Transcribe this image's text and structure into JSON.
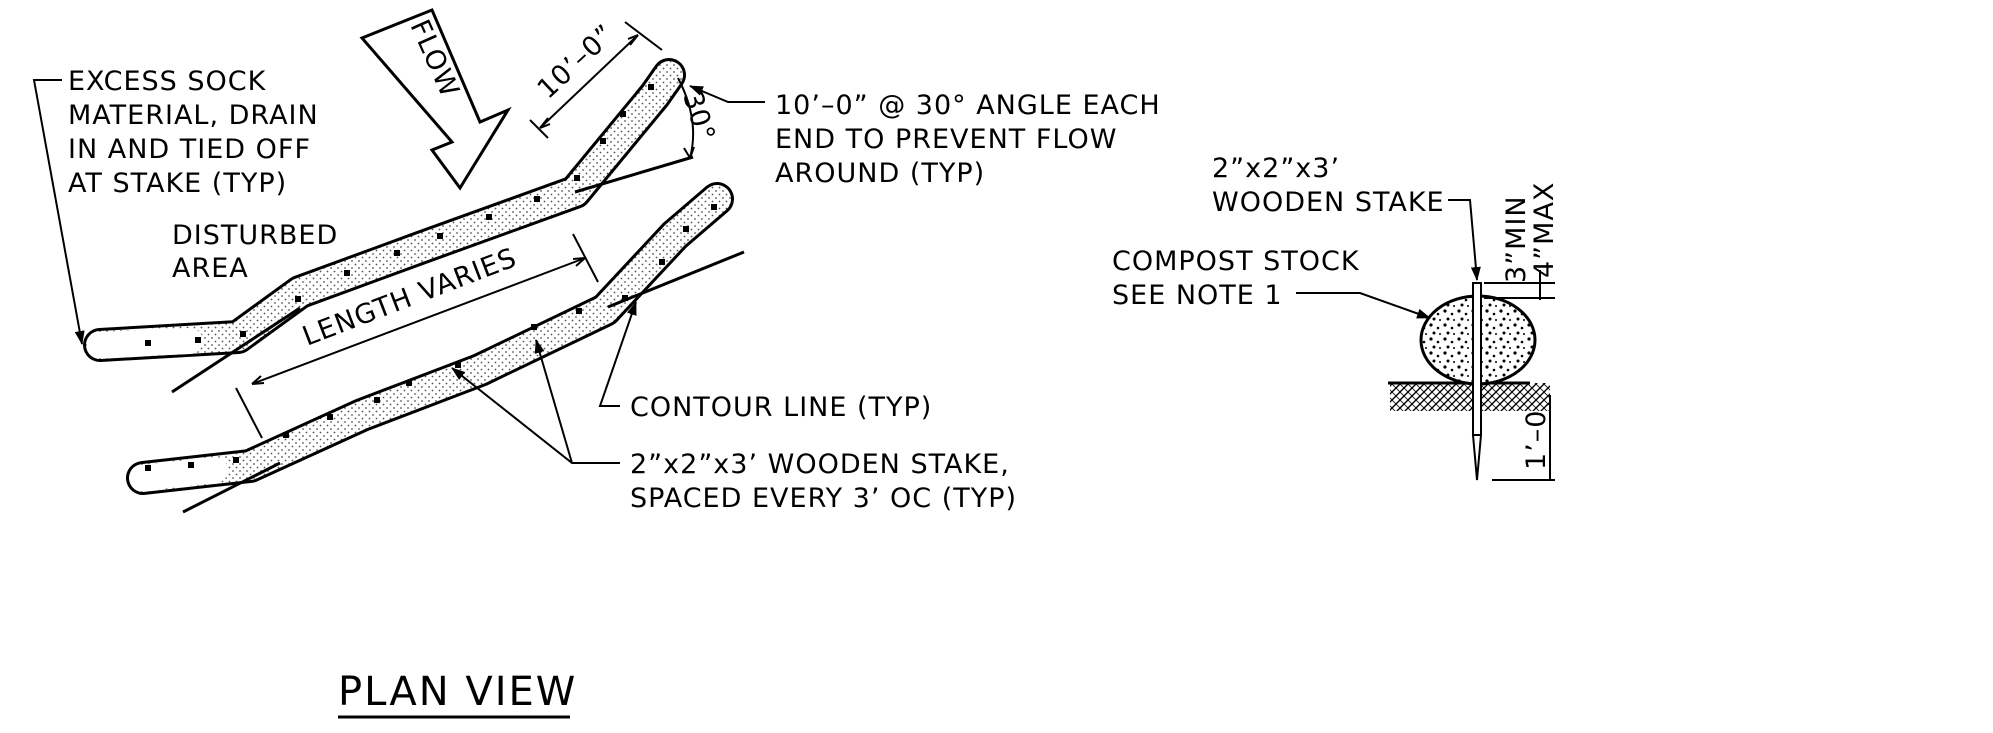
{
  "plan": {
    "title": "PLAN VIEW",
    "flow_label": "FLOW",
    "excess_sock": [
      "EXCESS SOCK",
      "MATERIAL, DRAIN",
      "IN AND TIED OFF",
      "AT STAKE (TYP)"
    ],
    "disturbed_area": [
      "DISTURBED",
      "AREA"
    ],
    "end_length_dim": "10’–0”",
    "end_angle_dim": "30°",
    "end_note": [
      "10’–0” @ 30° ANGLE EACH",
      "END TO PREVENT FLOW",
      "AROUND (TYP)"
    ],
    "length_label": "LENGTH VARIES",
    "contour_label": "CONTOUR LINE (TYP)",
    "stake_note": [
      "2”x2”x3’ WOODEN STAKE,",
      "SPACED EVERY 3’ OC (TYP)"
    ]
  },
  "section": {
    "stake_label": [
      "2”x2”x3’",
      "WOODEN STAKE"
    ],
    "compost_label": [
      "COMPOST STOCK",
      "SEE NOTE 1"
    ],
    "min_dim": "3”MIN",
    "max_dim": "4”MAX",
    "depth_dim": "1’–0"
  }
}
